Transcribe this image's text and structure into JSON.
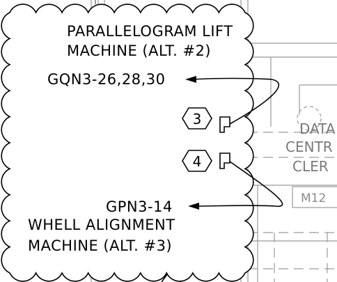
{
  "notes": {
    "lift_line1": "PARALLELOGRAM LIFT",
    "lift_line2": "MACHINE (ALT. #2)",
    "lift_ref": "GQN3-26,28,30",
    "wheel_ref": "GPN3-14",
    "wheel_line1": "WHELL ALIGNMENT",
    "wheel_line2": "MACHINE (ALT. #3)"
  },
  "tags": {
    "tag1": "3",
    "tag2": "4"
  },
  "background": {
    "room_label1": "DATA",
    "room_label2": "CENTR",
    "room_label3": "CLER",
    "room_number": "M12"
  }
}
